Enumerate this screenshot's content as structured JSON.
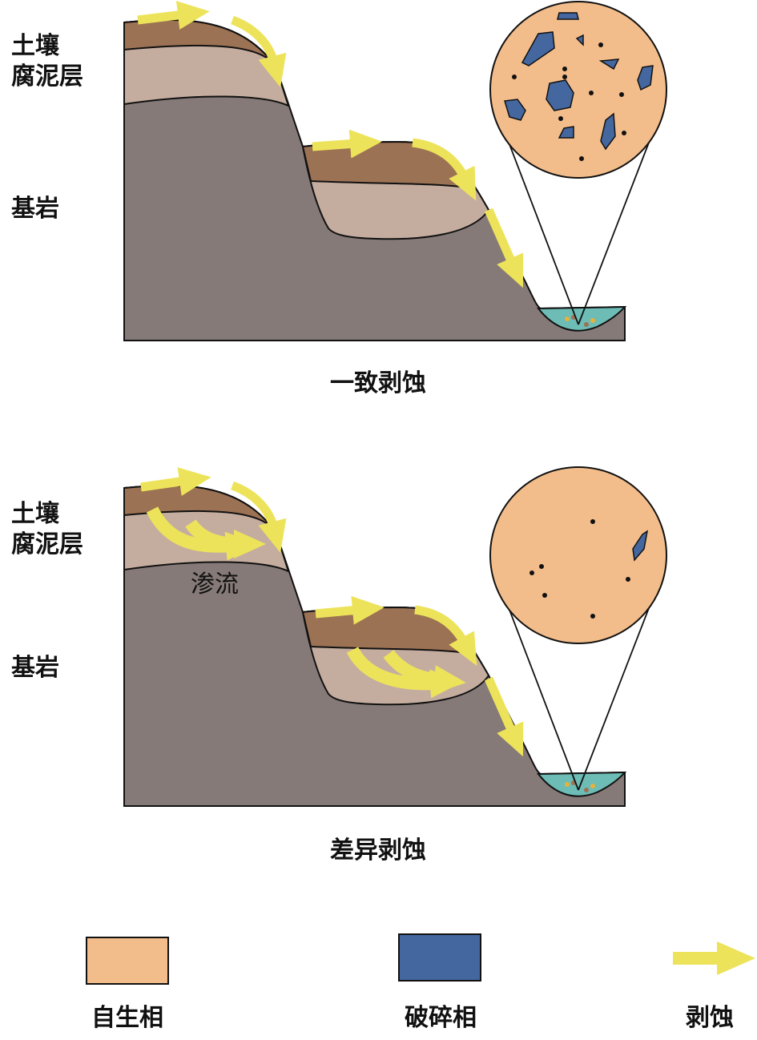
{
  "colors": {
    "soil": "#9c7254",
    "humus": "#c4ad9f",
    "bedrock": "#857a78",
    "erosion": "#ede35a",
    "authigenic": "#f2bd8b",
    "clastic": "#4467a0",
    "water": "#6dbcb5"
  },
  "panels": [
    {
      "labels": {
        "soil_line1": "土壤",
        "soil_line2": "腐泥层",
        "bedrock": "基岩"
      },
      "caption": "一致剥蚀"
    },
    {
      "labels": {
        "soil_line1": "土壤",
        "soil_line2": "腐泥层",
        "bedrock": "基岩",
        "seepage": "渗流"
      },
      "caption": "差异剥蚀"
    }
  ],
  "legend": [
    {
      "label": "自生相",
      "swatch": "authigenic"
    },
    {
      "label": "破碎相",
      "swatch": "clastic"
    },
    {
      "label": "剥蚀",
      "swatch": "erosion-arrow"
    }
  ]
}
